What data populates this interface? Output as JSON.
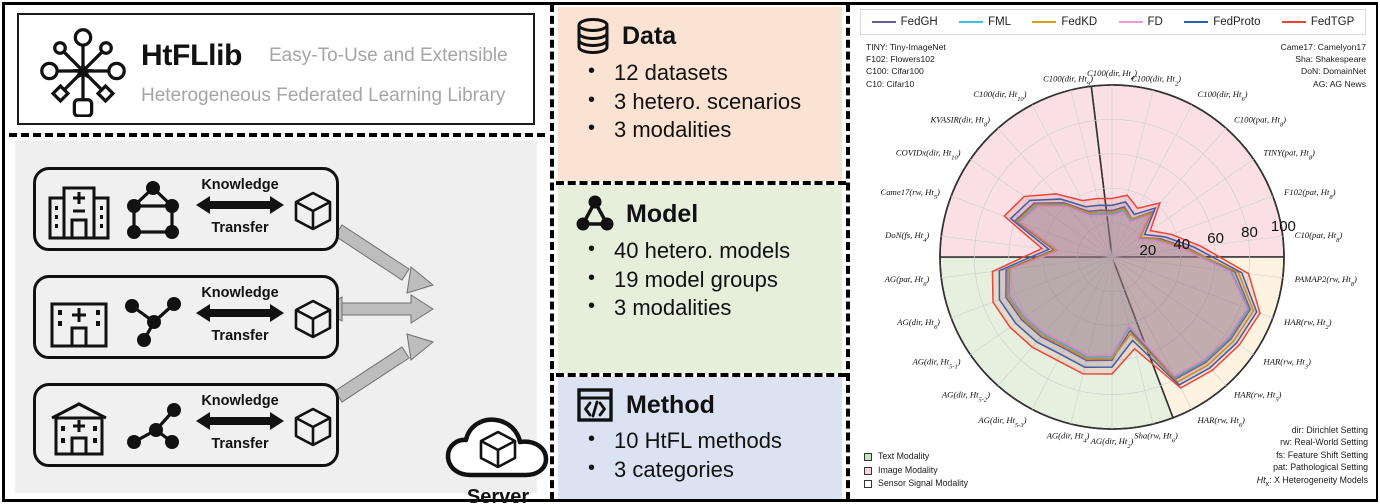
{
  "logo": {
    "title": "HtFLlib",
    "tagline": "Easy-To-Use and Extensible",
    "subtitle": "Heterogeneous Federated Learning Library",
    "icon": "star-network-icon"
  },
  "clients": [
    {
      "icon": "hospital-icon",
      "graph_icon": "graph-square-icon",
      "label_top": "Knowledge",
      "label_bottom": "Transfer",
      "model_icon": "cube-icon"
    },
    {
      "icon": "hospital-icon",
      "graph_icon": "graph-line-icon",
      "label_top": "Knowledge",
      "label_bottom": "Transfer",
      "model_icon": "cube-icon"
    },
    {
      "icon": "hospital-icon",
      "graph_icon": "graph-branch-icon",
      "label_top": "Knowledge",
      "label_bottom": "Transfer",
      "model_icon": "cube-icon"
    }
  ],
  "server": {
    "label": "Server",
    "icon": "cloud-cube-icon"
  },
  "sections": [
    {
      "id": "data",
      "title": "Data",
      "icon": "database-icon",
      "bg": "#fae3d2",
      "items": [
        "12 datasets",
        "3 hetero. scenarios",
        "3 modalities"
      ]
    },
    {
      "id": "model",
      "title": "Model",
      "icon": "triangle-nodes-icon",
      "bg": "#e5efdb",
      "items": [
        "40 hetero. models",
        "19 model groups",
        "3 modalities"
      ]
    },
    {
      "id": "method",
      "title": "Method",
      "icon": "code-window-icon",
      "bg": "#dbe3f2",
      "items": [
        "10 HtFL methods",
        "3 categories"
      ]
    }
  ],
  "key_left": [
    "TINY: Tiny-ImageNet",
    "F102: Flowers102",
    "C100: Cifar100",
    "C10: Cifar10"
  ],
  "key_right": [
    "Came17: Camelyon17",
    "Sha: Shakespeare",
    "DoN: DomainNet",
    "AG: AG News"
  ],
  "key_settings": [
    "dir: Dirichlet Setting",
    "rw: Real-World Setting",
    "fs: Feature Shift Setting",
    "pat: Pathological Setting",
    "Htx: X Heterogeneity Models"
  ],
  "modality_key": [
    {
      "label": "Text Modality",
      "color": "#c9e2c1"
    },
    {
      "label": "Image Modality",
      "color": "#f6d3e4"
    },
    {
      "label": "Sensor Signal Modality",
      "color": "#ffffff"
    }
  ],
  "chart_data": {
    "type": "radar",
    "title": "",
    "rticks": [
      20,
      40,
      60,
      80,
      100
    ],
    "rlim": [
      0,
      100
    ],
    "grid": true,
    "legend_position": "top",
    "categories": [
      "C100(dir, Ht4)",
      "C100(dir, Ht2)",
      "C100(dir, Ht6)",
      "C100(pat, Ht8)",
      "TINY(pat, Ht8)",
      "F102(pat, Ht8)",
      "C10(pat, Ht8)",
      "PAMAP2(rw, Ht8)",
      "HAR(rw, Ht2)",
      "HAR(rw, Ht3)",
      "HAR(rw, Ht5)",
      "HAR(rw, Ht6)",
      "Sha(rw, Ht6)",
      "AG(dir, Ht2)",
      "AG(dir, Ht4)",
      "AG(dir, Ht5-3)",
      "AG(dir, Ht5-2)",
      "AG(dir, Ht5-1)",
      "AG(dir, Ht6)",
      "AG(pat, Ht6)",
      "DoN(fs, Ht4)",
      "Came17(rw, Ht5)",
      "COVIDx(dir, Ht10)",
      "KVASIR(dir, Ht8)",
      "C100(dir, Ht10)",
      "C100(dir, Ht9)"
    ],
    "sector_modality": [
      "image",
      "image",
      "image",
      "image",
      "image",
      "image",
      "image",
      "sensor",
      "sensor",
      "sensor",
      "sensor",
      "sensor",
      "text",
      "text",
      "text",
      "text",
      "text",
      "text",
      "text",
      "text",
      "image",
      "image",
      "image",
      "image",
      "image",
      "image"
    ],
    "series": [
      {
        "name": "FedGH",
        "color": "#6b5b95",
        "values": [
          27,
          30,
          25,
          35,
          20,
          30,
          44,
          72,
          86,
          84,
          82,
          80,
          44,
          60,
          62,
          60,
          62,
          64,
          66,
          62,
          34,
          60,
          55,
          42,
          30,
          28
        ]
      },
      {
        "name": "FML",
        "color": "#3fc1e0",
        "values": [
          25,
          28,
          24,
          33,
          19,
          28,
          42,
          70,
          85,
          83,
          81,
          79,
          42,
          58,
          60,
          58,
          60,
          62,
          64,
          60,
          32,
          58,
          53,
          40,
          28,
          26
        ]
      },
      {
        "name": "FedKD",
        "color": "#d4a017",
        "values": [
          26,
          29,
          25,
          34,
          20,
          29,
          43,
          74,
          88,
          86,
          84,
          82,
          46,
          59,
          61,
          59,
          61,
          63,
          65,
          61,
          33,
          59,
          54,
          41,
          29,
          27
        ]
      },
      {
        "name": "FD",
        "color": "#f09ad8",
        "values": [
          24,
          27,
          23,
          32,
          18,
          27,
          41,
          69,
          84,
          82,
          80,
          78,
          41,
          57,
          59,
          57,
          59,
          61,
          63,
          59,
          31,
          57,
          52,
          39,
          27,
          25
        ]
      },
      {
        "name": "FedProto",
        "color": "#2a5fb0",
        "values": [
          30,
          33,
          28,
          38,
          23,
          33,
          48,
          76,
          90,
          88,
          86,
          84,
          50,
          64,
          66,
          64,
          66,
          68,
          70,
          66,
          37,
          63,
          58,
          45,
          33,
          31
        ]
      },
      {
        "name": "FedTGP",
        "color": "#e8463a",
        "values": [
          34,
          37,
          32,
          42,
          27,
          37,
          52,
          80,
          92,
          90,
          88,
          86,
          55,
          68,
          70,
          68,
          70,
          72,
          74,
          70,
          41,
          67,
          62,
          49,
          37,
          35
        ]
      }
    ]
  }
}
